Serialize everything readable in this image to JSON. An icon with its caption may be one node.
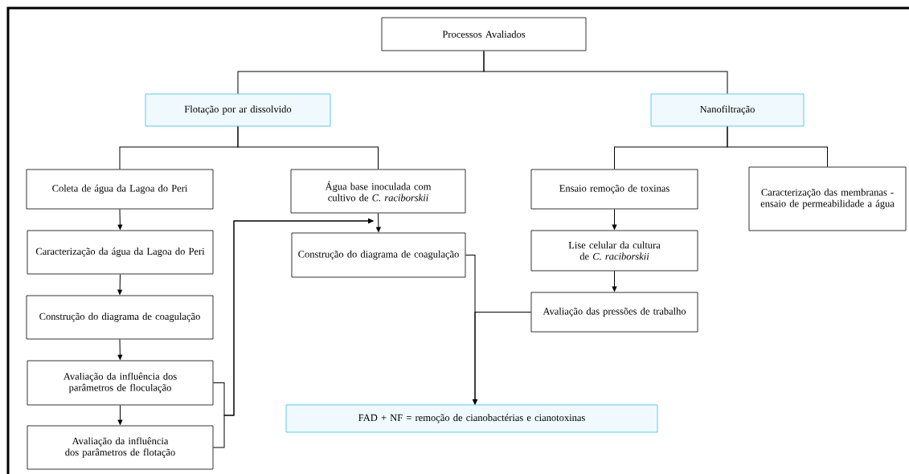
{
  "diagram": {
    "nodes": [
      {
        "text": [
          "Processos Avaliados"
        ]
      },
      {
        "text": [
          "Flotação por ar dissolvido"
        ]
      },
      {
        "text": [
          "Nanofiltração"
        ]
      },
      {
        "text": [
          "Coleta de água da Lagoa do Peri"
        ]
      },
      {
        "text": [
          "Água base inoculada com cultivo de *C. raciborskii*"
        ]
      },
      {
        "text": [
          "Caracterização da água da Lagoa do Peri"
        ]
      },
      {
        "text": [
          "Construção do diagrama de coagulação"
        ]
      },
      {
        "text": [
          "Avaliação da influência dos parâmetros de floculação"
        ]
      },
      {
        "text": [
          "Avaliação da influência dos parâmetros de flotação"
        ]
      },
      {
        "text": [
          "Construção do diagrama de coagulação"
        ]
      },
      {
        "text": [
          "Ensaio remoção de toxinas"
        ]
      },
      {
        "text": [
          "Caracterização das membranas - ensaio de permeabilidade a água"
        ]
      },
      {
        "text": [
          "Lise celular da cultura de *C. raciborskii*"
        ]
      },
      {
        "text": [
          "Avaliação das pressões de trabalho"
        ]
      },
      {
        "text": [
          "FAD + NF = remoção de cianobactérias e cianotoxinas"
        ]
      }
    ],
    "edges": [
      {
        "from": 0,
        "to": 1,
        "arrow": "none"
      },
      {
        "from": 0,
        "to": 2,
        "arrow": "none"
      },
      {
        "from": 1,
        "to": 3,
        "arrow": "none"
      },
      {
        "from": 1,
        "to": 4,
        "arrow": "none"
      },
      {
        "from": 2,
        "to": 10,
        "arrow": "none"
      },
      {
        "from": 2,
        "to": 11,
        "arrow": "none"
      },
      {
        "from": 3,
        "to": 5,
        "arrow": "to"
      },
      {
        "from": 5,
        "to": 6,
        "arrow": "to"
      },
      {
        "from": 6,
        "to": 7,
        "arrow": "to"
      },
      {
        "from": 7,
        "to": 8,
        "arrow": "to"
      },
      {
        "from": 4,
        "to": 9,
        "arrow": "to"
      },
      {
        "from": 7,
        "to": 9,
        "arrow": "to"
      },
      {
        "from": 8,
        "to": 9,
        "arrow": "to"
      },
      {
        "from": 10,
        "to": 12,
        "arrow": "to"
      },
      {
        "from": 12,
        "to": 13,
        "arrow": "to"
      },
      {
        "from": 9,
        "to": 14,
        "arrow": "to"
      },
      {
        "from": 13,
        "to": 14,
        "arrow": "to"
      }
    ]
  }
}
